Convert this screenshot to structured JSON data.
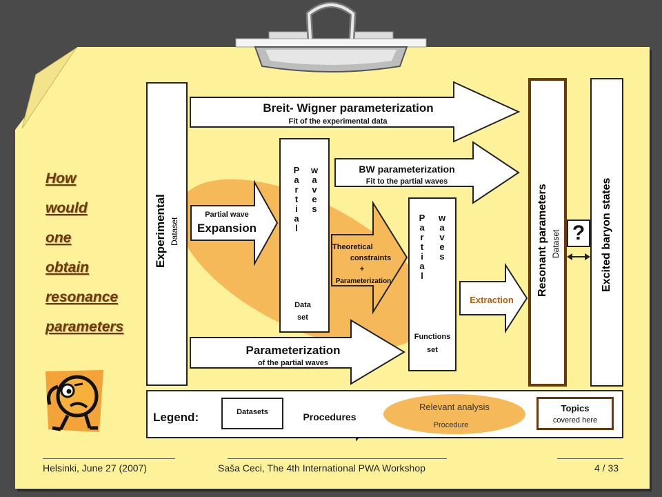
{
  "side_question": [
    "How",
    "would",
    "one",
    "obtain",
    "resonance",
    "parameters"
  ],
  "experimental": {
    "title": "Experimental",
    "sub": "Dataset"
  },
  "bw_top": {
    "title": "Breit- Wigner parameterization",
    "sub": "Fit of the experimental data"
  },
  "pw_expansion": {
    "small": "Partial wave",
    "big": "Expansion"
  },
  "pw_dataset": {
    "col1": [
      "P",
      "a",
      "r",
      "t",
      "i",
      "a",
      "l"
    ],
    "col2": [
      "w",
      "a",
      "v",
      "e",
      "s"
    ],
    "bottom1": "Data",
    "bottom2": "set"
  },
  "bw_mid": {
    "title": "BW parameterization",
    "sub": "Fit to the partial waves"
  },
  "theoretical": {
    "l1": "Theoretical",
    "l2": "constraints",
    "l3": "+",
    "l4": "Parameterization"
  },
  "pw_functions": {
    "col1": [
      "P",
      "a",
      "r",
      "t",
      "i",
      "a",
      "l"
    ],
    "col2": [
      "w",
      "a",
      "v",
      "e",
      "s"
    ],
    "bottom1": "Functions",
    "bottom2": "set"
  },
  "extraction": "Extraction",
  "parameterization": {
    "title": "Parameterization",
    "sub": "of the partial waves"
  },
  "resonant": {
    "title": "Resonant parameters",
    "sub": "Dataset"
  },
  "question_mark": "?",
  "excited": "Excited baryon states",
  "legend": {
    "title": "Legend:",
    "datasets": "Datasets",
    "procedures": "Procedures",
    "analysis1": "Relevant analysis",
    "analysis2": "Procedure",
    "topics1": "Topics",
    "topics2": "covered here"
  },
  "footer": {
    "left": "Helsinki, June 27 (2007)",
    "center": "Saša Ceci, The 4th International PWA Workshop",
    "right": "4 / 33"
  },
  "colors": {
    "paper": "#fdf19a",
    "ellipse": "#f5b95a",
    "brown": "#6a3a0f",
    "text_brown": "#6b3a0a"
  }
}
